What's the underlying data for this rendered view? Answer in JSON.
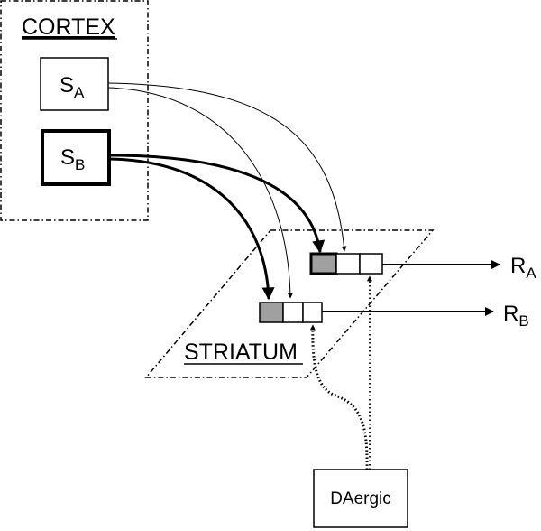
{
  "cortex": {
    "label": "CORTEX",
    "stimuli": [
      {
        "id": "a",
        "letter": "S",
        "subscript": "A"
      },
      {
        "id": "b",
        "letter": "S",
        "subscript": "B"
      }
    ]
  },
  "striatum": {
    "label": "STRIATUM"
  },
  "responses": [
    {
      "id": "a",
      "letter": "R",
      "subscript": "A"
    },
    {
      "id": "b",
      "letter": "R",
      "subscript": "B"
    }
  ],
  "source": {
    "label": "DAergic"
  },
  "colors": {
    "ink": "#000000",
    "active_cell": "#a0a0a0",
    "background": "#ffffff"
  }
}
